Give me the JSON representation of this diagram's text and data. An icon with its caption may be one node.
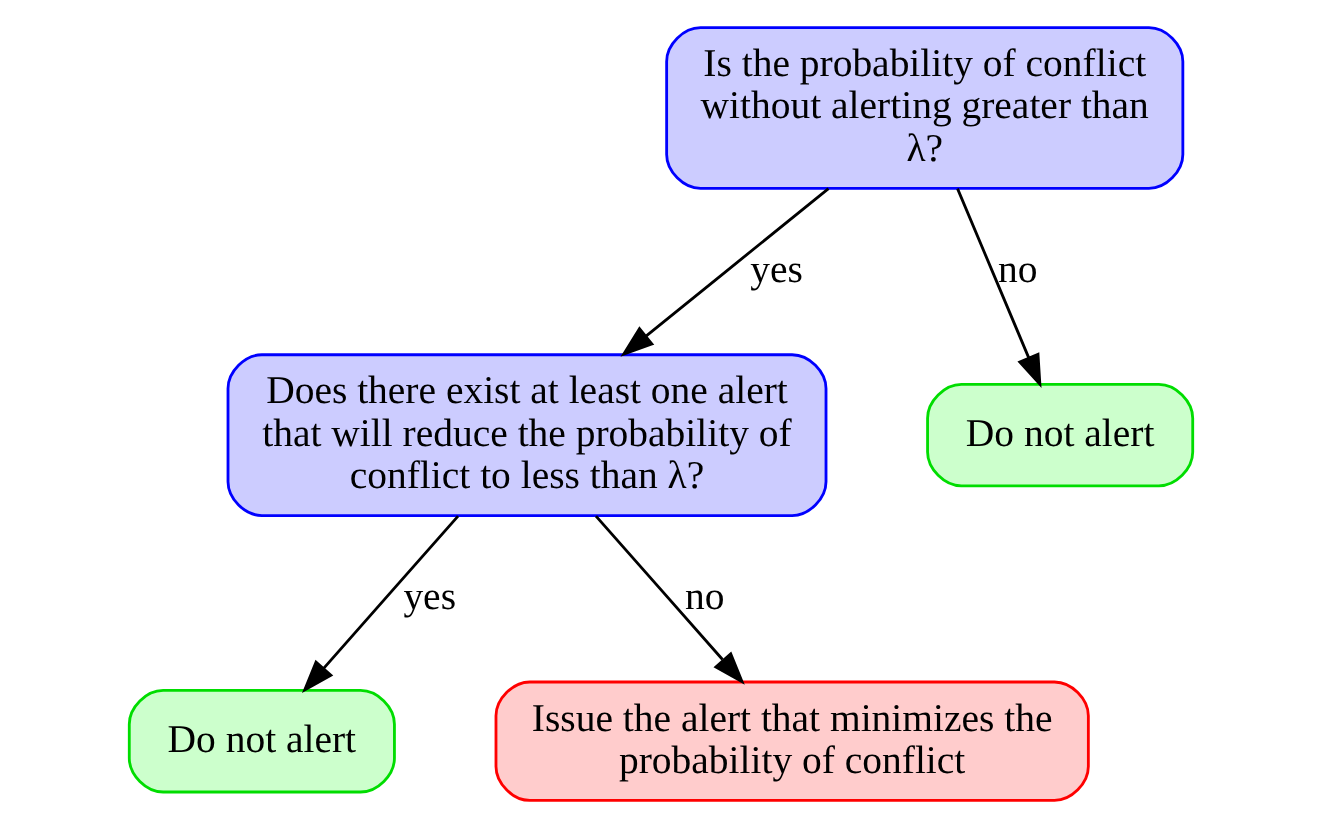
{
  "diagram": {
    "nodes": [
      {
        "text": [
          "Is the probability of conflict without alerting greater than λ?"
        ]
      },
      {
        "text": [
          "Does there exist at least one alert that will reduce the probability of conflict to less than λ?"
        ]
      },
      {
        "text": [
          "Do not alert"
        ]
      },
      {
        "text": [
          "Do not alert"
        ]
      },
      {
        "text": [
          "Issue the alert that minimizes the probability of conflict"
        ]
      }
    ],
    "edges": [
      {
        "from": 0,
        "to": 1,
        "arrow": "to",
        "label": "yes"
      },
      {
        "from": 0,
        "to": 2,
        "arrow": "to",
        "label": "no"
      },
      {
        "from": 1,
        "to": 3,
        "arrow": "to",
        "label": "yes"
      },
      {
        "from": 1,
        "to": 4,
        "arrow": "to",
        "label": "no"
      }
    ]
  }
}
